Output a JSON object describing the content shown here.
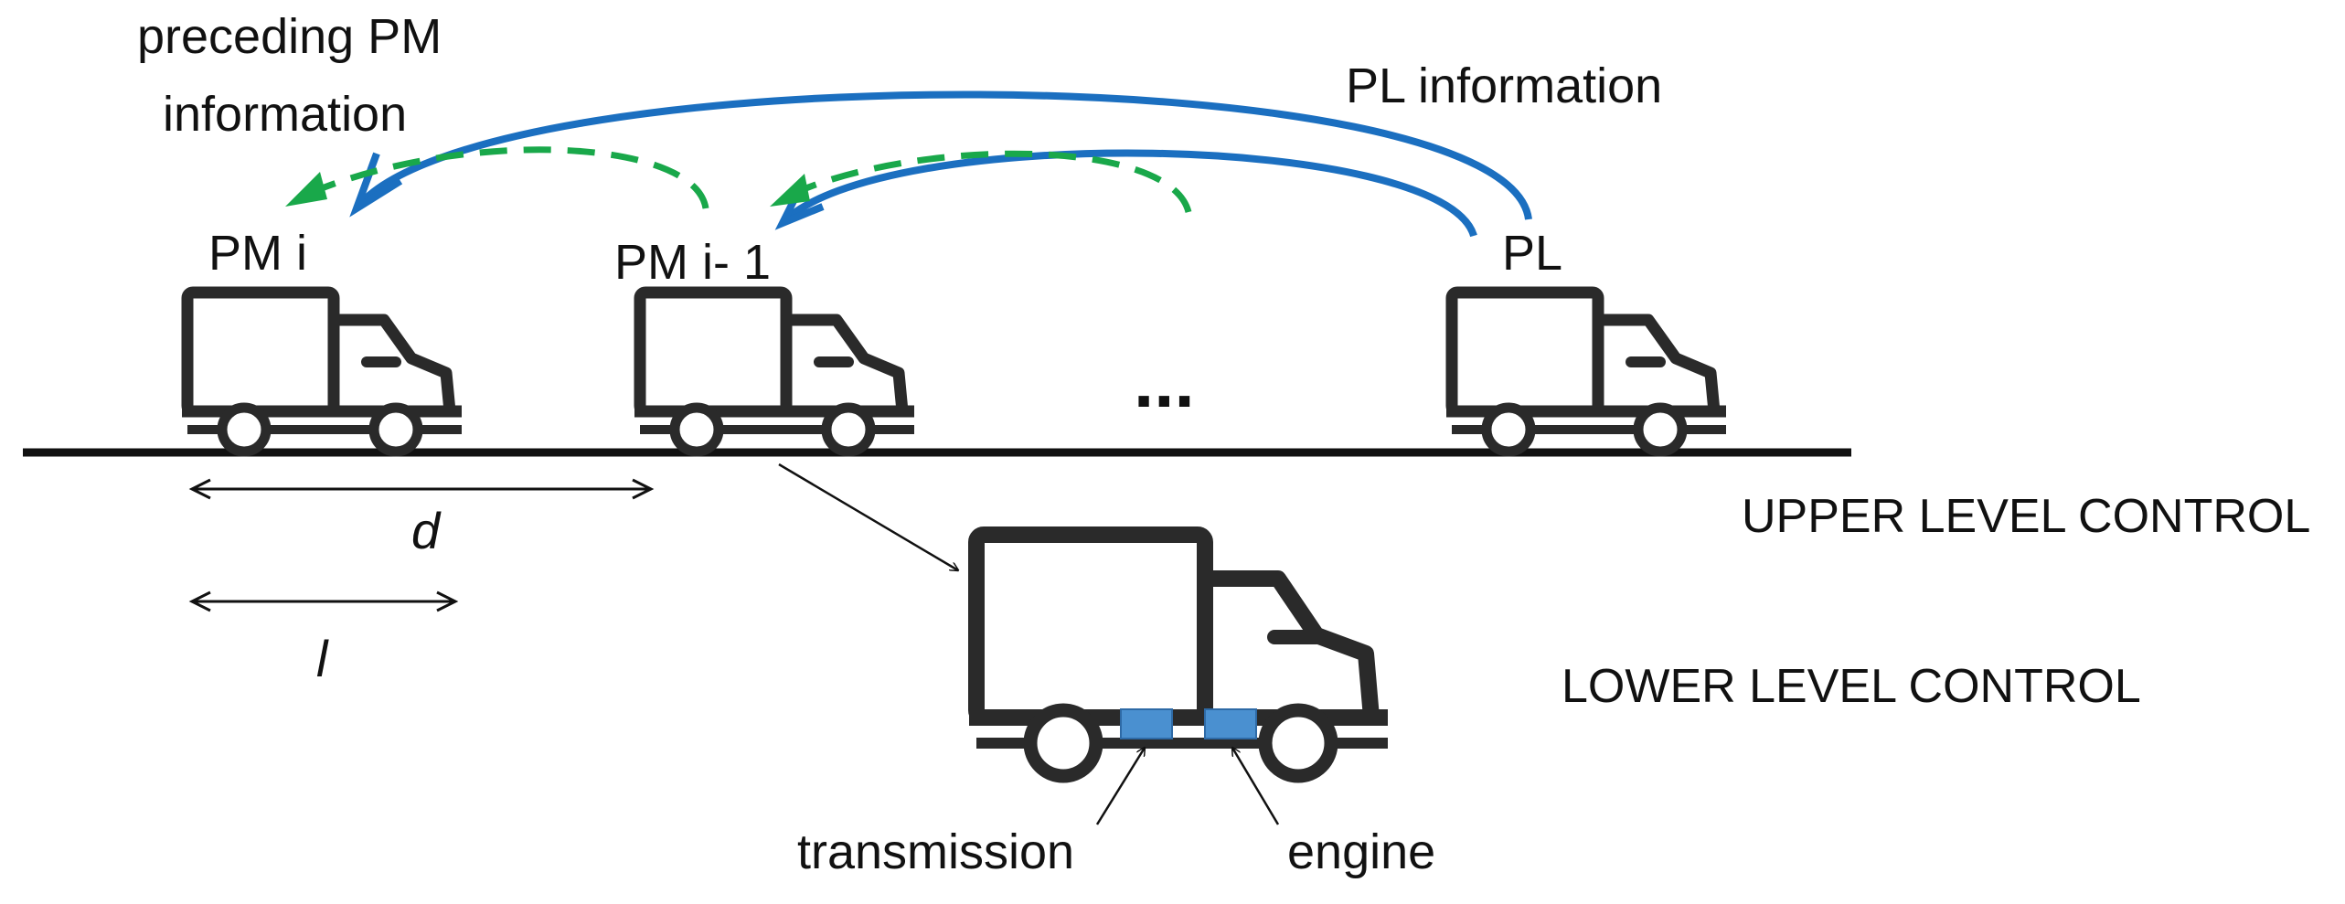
{
  "labels": {
    "preceding_line1": "preceding PM",
    "preceding_line2": "information",
    "pl_information": "PL information",
    "pm_i": "PM i",
    "pm_i_minus_1": "PM i- 1",
    "pl": "PL",
    "ellipsis": "...",
    "upper_level": "UPPER LEVEL CONTROL",
    "lower_level": "LOWER LEVEL CONTROL",
    "d": "d",
    "l": "l",
    "transmission": "transmission",
    "engine": "engine"
  },
  "colors": {
    "blue_arrow": "#1b6fc0",
    "green_arrow": "#19a84a",
    "component_fill": "#4a90d0",
    "truck_stroke": "#2a2a2a"
  }
}
